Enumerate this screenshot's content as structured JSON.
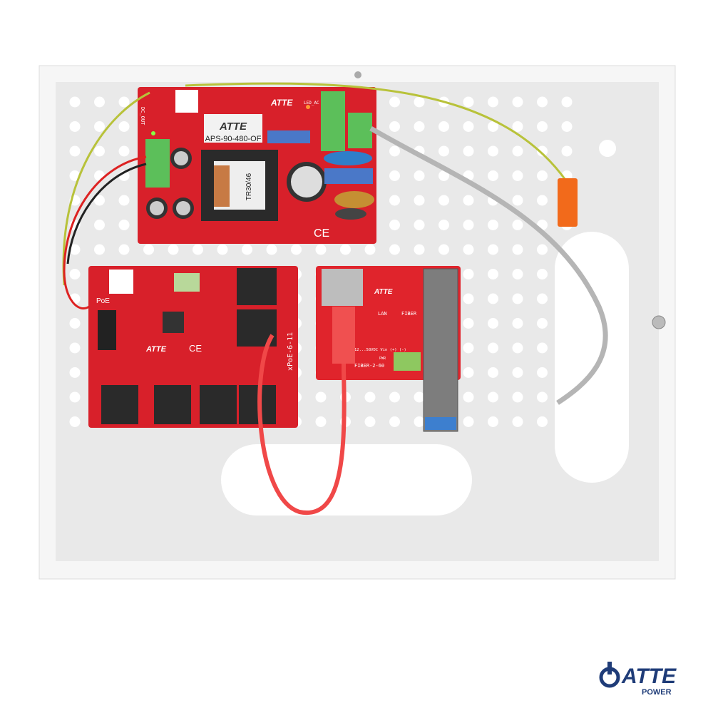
{
  "brand": {
    "name": "ATTE",
    "sub": "POWER",
    "color": "#1f3c78",
    "accent": "#e31e24"
  },
  "psu": {
    "model": "APS-90-480-OF",
    "transformer": "TR30/46",
    "led_label": "LED_AC",
    "output_label": "DC_OUT",
    "ce": "CE"
  },
  "switch": {
    "model": "xPoE-6-11",
    "poe_label": "PoE",
    "ce": "CE"
  },
  "fiber": {
    "model": "FIBER-2-60",
    "lan_label": "LAN",
    "fiber_label": "FIBER",
    "vin_label": "12...58VDC Vin (+) (-)",
    "pwr_label": "PWR"
  },
  "colors": {
    "pcb": "#d8202a",
    "enclosure": "#f4f4f4",
    "plate": "#ececec",
    "patch_cable": "#f04848",
    "terminal": "#5cbf5a"
  }
}
